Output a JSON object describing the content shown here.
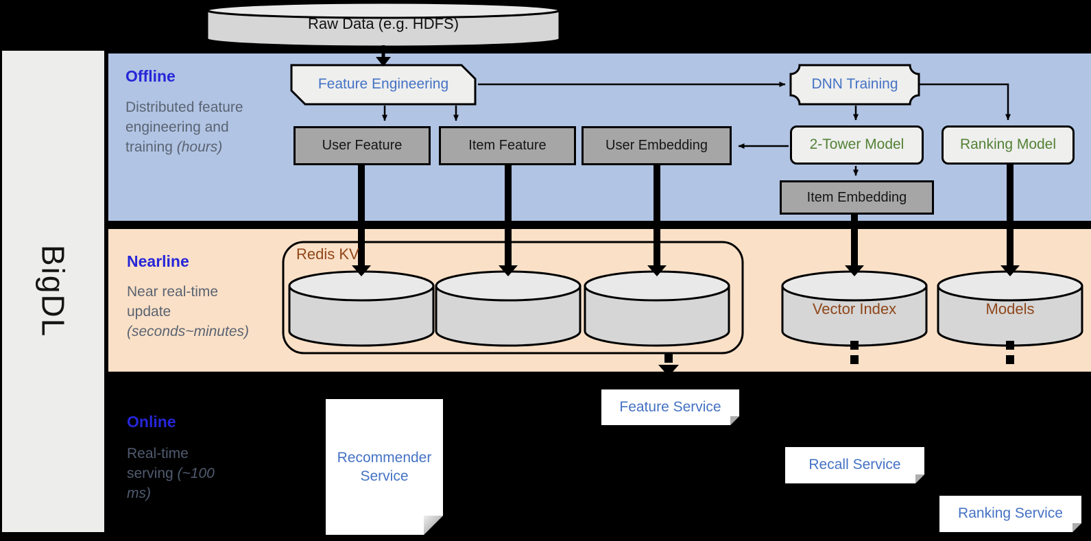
{
  "brand": "BigDL",
  "raw_data": {
    "label": "Raw Data (e.g. HDFS)"
  },
  "sections": {
    "offline": {
      "title": "Offline",
      "desc": "Distributed feature engineering and training ",
      "desc_italic": "(hours)"
    },
    "nearline": {
      "title": "Nearline",
      "desc": "Near real-time update ",
      "desc_italic": "(seconds~minutes)"
    },
    "online": {
      "title": "Online",
      "desc": "Real-time serving ",
      "desc_italic": "(~100 ms)"
    }
  },
  "offline_nodes": {
    "feature_engineering": "Feature Engineering",
    "dnn_training": "DNN Training",
    "user_feature": "User Feature",
    "item_feature": "Item Feature",
    "user_embedding": "User Embedding",
    "item_embedding": "Item Embedding",
    "two_tower_model": "2-Tower Model",
    "ranking_model": "Ranking Model"
  },
  "nearline_nodes": {
    "redis_kv": "Redis KV",
    "vector_index": "Vector Index",
    "models": "Models"
  },
  "online_nodes": {
    "recommender_service": "Recommender Service",
    "feature_service": "Feature Service",
    "recall_service": "Recall Service",
    "ranking_service": "Ranking Service"
  },
  "colors": {
    "offline_band": "#B1C4E4",
    "nearline_band": "#FAE0C7",
    "background": "#000000",
    "section_title_blue": "#2626D8",
    "node_text_blue": "#4472C4",
    "model_text_green": "#538135",
    "storage_text_brown": "#8F4619",
    "gray_box_fill": "#A6A6A6",
    "light_box_fill": "#EFEFEE"
  }
}
